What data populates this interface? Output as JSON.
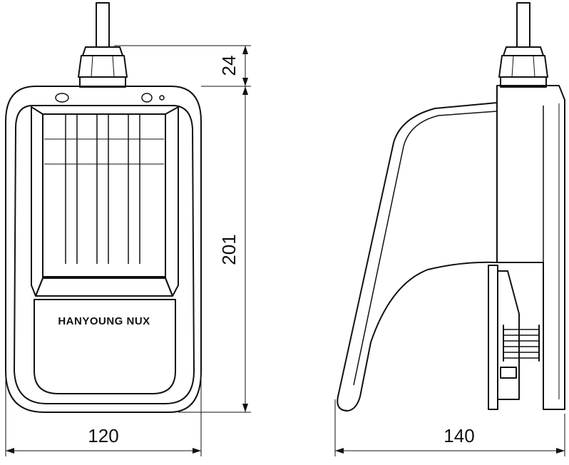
{
  "brand_text": "HANYOUNG NUX",
  "dimensions": {
    "top_height": "24",
    "body_height": "201",
    "front_width": "120",
    "side_depth": "140"
  }
}
